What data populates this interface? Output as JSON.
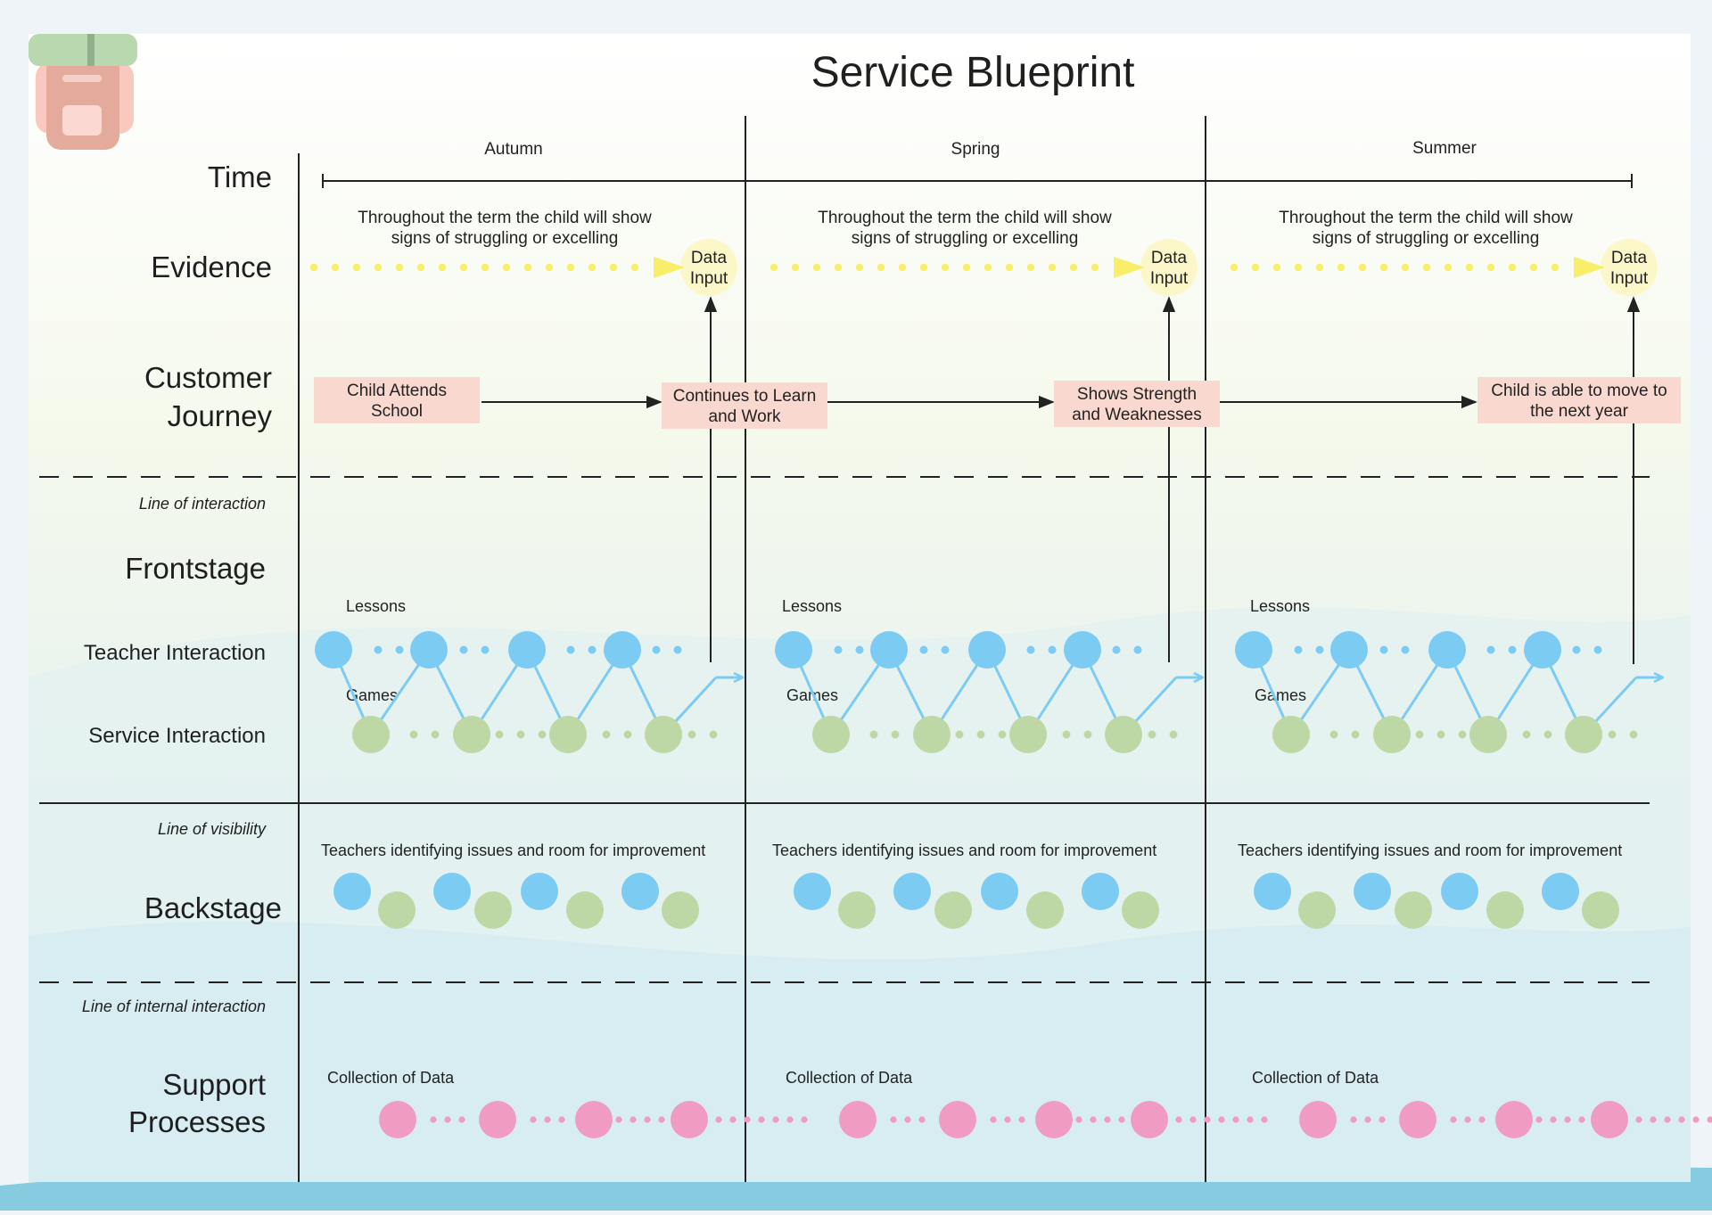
{
  "title": "Service Blueprint",
  "colors": {
    "teacher": "#7ccbf3",
    "service": "#bdd8a4",
    "support": "#f09cc2",
    "evidence": "#f8ee6a",
    "journey_box": "#f9d9cf",
    "data_input": "#fbf7c9",
    "arrow_blue": "#7ccbf3",
    "line": "#222222"
  },
  "rows": {
    "time": "Time",
    "evidence": "Evidence",
    "customer_journey_1": "Customer",
    "customer_journey_2": "Journey",
    "line_of_interaction": "Line of interaction",
    "frontstage": "Frontstage",
    "teacher_interaction": "Teacher Interaction",
    "service_interaction": "Service Interaction",
    "line_of_visibility": "Line of visibility",
    "backstage": "Backstage",
    "line_of_internal_interaction": "Line of internal interaction",
    "support_processes_1": "Support",
    "support_processes_2": "Processes"
  },
  "seasons": [
    {
      "name": "Autumn",
      "evidence_1": "Throughout the term the child will show",
      "evidence_2": "signs of struggling or excelling",
      "data_input_1": "Data",
      "data_input_2": "Input",
      "lessons": "Lessons",
      "games": "Games",
      "backstage": "Teachers identifying issues and room for improvement",
      "support": "Collection of Data"
    },
    {
      "name": "Spring",
      "evidence_1": "Throughout the term the child will show",
      "evidence_2": "signs of struggling or excelling",
      "data_input_1": "Data",
      "data_input_2": "Input",
      "lessons": "Lessons",
      "games": "Games",
      "backstage": "Teachers identifying issues and room for improvement",
      "support": "Collection of Data"
    },
    {
      "name": "Summer",
      "evidence_1": "Throughout the term the child will show",
      "evidence_2": "signs of struggling or excelling",
      "data_input_1": "Data",
      "data_input_2": "Input",
      "lessons": "Lessons",
      "games": "Games",
      "backstage": "Teachers identifying issues and room for improvement",
      "support": "Collection of Data"
    }
  ],
  "journey": [
    {
      "line_1": "Child Attends",
      "line_2": "School"
    },
    {
      "line_1": "Continues to Learn",
      "line_2": "and Work"
    },
    {
      "line_1": "Shows Strength",
      "line_2": "and Weaknesses"
    },
    {
      "line_1": "Child is able to move to",
      "line_2": "the next year"
    }
  ]
}
